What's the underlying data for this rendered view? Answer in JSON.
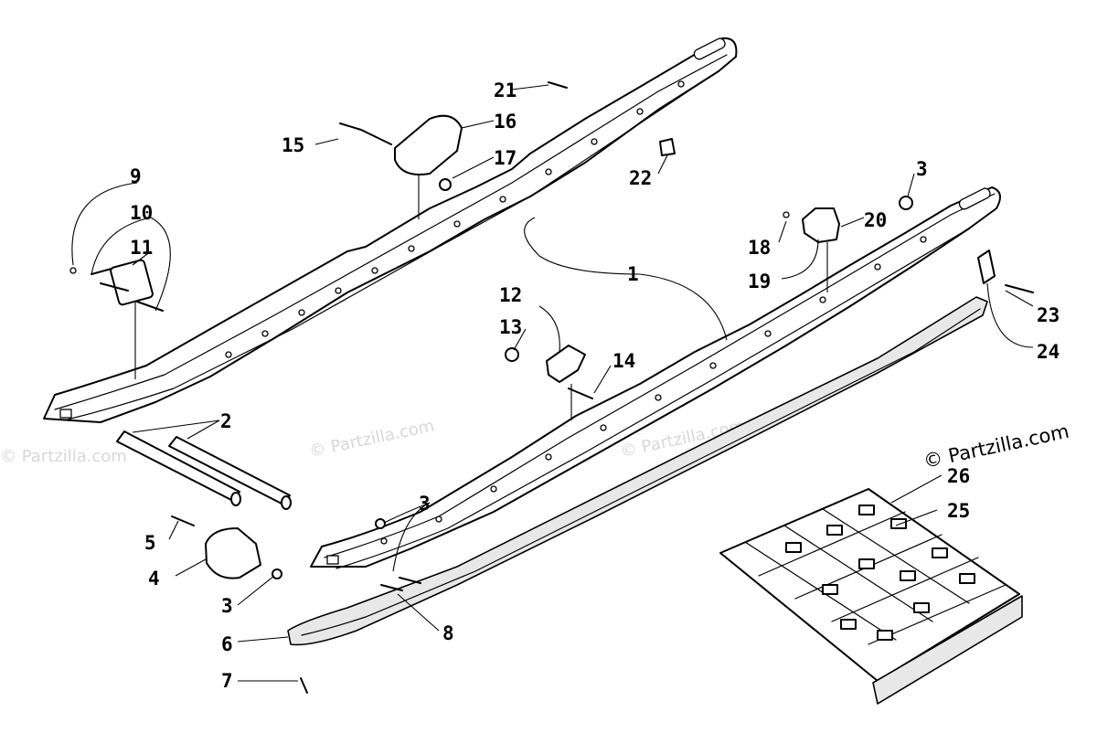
{
  "copyright": "© Partzilla.com",
  "watermark": "© Partzilla.com",
  "callouts": {
    "c1": "1",
    "c2": "2",
    "c3a": "3",
    "c3b": "3",
    "c3c": "3",
    "c4": "4",
    "c5": "5",
    "c6": "6",
    "c7": "7",
    "c8": "8",
    "c9": "9",
    "c10": "10",
    "c11": "11",
    "c12": "12",
    "c13": "13",
    "c14": "14",
    "c15": "15",
    "c16": "16",
    "c17": "17",
    "c18": "18",
    "c19": "19",
    "c20": "20",
    "c21": "21",
    "c22": "22",
    "c23": "23",
    "c24": "24",
    "c25": "25",
    "c26": "26"
  }
}
